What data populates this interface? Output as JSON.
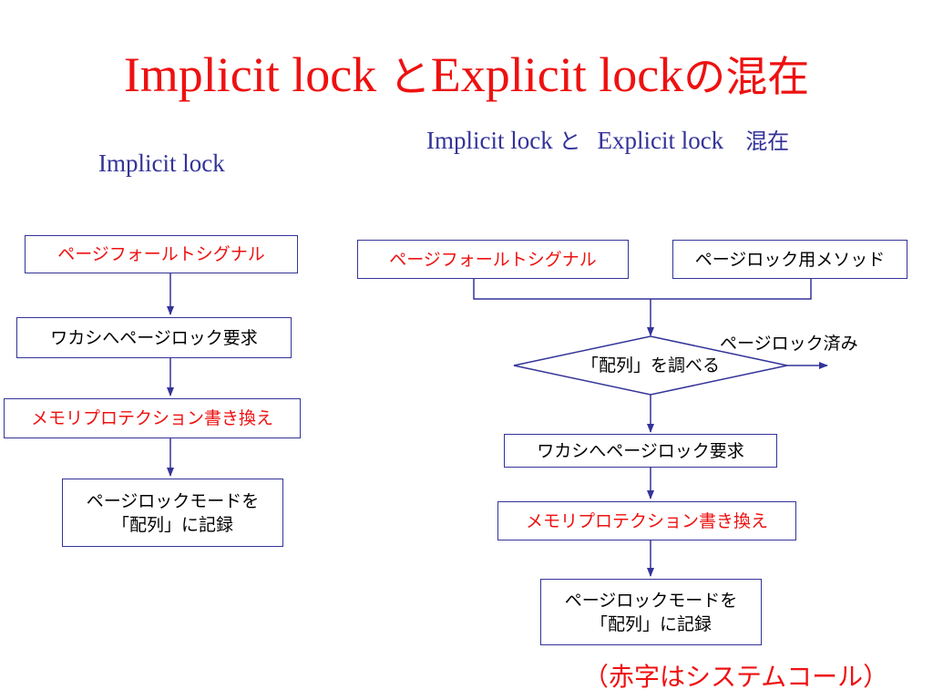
{
  "title": {
    "part1": "Implicit lock ",
    "part2": "と",
    "part3": "Explicit lock",
    "part4": "の混在"
  },
  "right_heading": {
    "part1": "Implicit lock ",
    "part2": "と",
    "part3": "Explicit lock",
    "part4": "混在"
  },
  "left_heading": "Implicit lock",
  "left_flow": {
    "step1": "ページフォールトシグナル",
    "step2": "ワカシへページロック要求",
    "step3": "メモリプロテクション書き換え",
    "step4_line1": "ページロックモードを",
    "step4_line2": "「配列」に記録"
  },
  "right_flow": {
    "input_a": "ページフォールトシグナル",
    "input_b": "ページロック用メソッド",
    "decision": "「配列」を調べる",
    "branch_label": "ページロック済み",
    "step2": "ワカシへページロック要求",
    "step3": "メモリプロテクション書き換え",
    "step4_line1": "ページロックモードを",
    "step4_line2": "「配列」に記録"
  },
  "footnote": "（赤字はシステムコール）",
  "colors": {
    "system_call": "#ee1111",
    "border": "#333399",
    "heading": "#333399"
  }
}
